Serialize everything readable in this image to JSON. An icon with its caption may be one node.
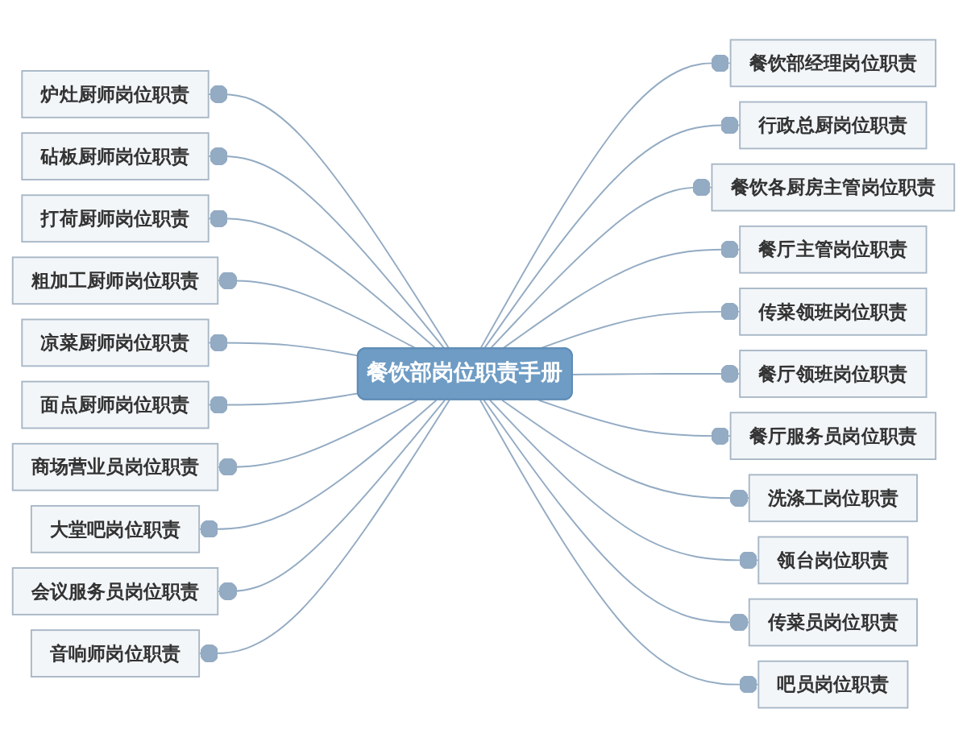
{
  "diagram": {
    "nodes": [
      {
        "text": [
          "餐饮部岗位职责手册"
        ]
      },
      {
        "text": [
          "炉灶厨师岗位职责"
        ]
      },
      {
        "text": [
          "砧板厨师岗位职责"
        ]
      },
      {
        "text": [
          "打荷厨师岗位职责"
        ]
      },
      {
        "text": [
          "粗加工厨师岗位职责"
        ]
      },
      {
        "text": [
          "凉菜厨师岗位职责"
        ]
      },
      {
        "text": [
          "面点厨师岗位职责"
        ]
      },
      {
        "text": [
          "商场营业员岗位职责"
        ]
      },
      {
        "text": [
          "大堂吧岗位职责"
        ]
      },
      {
        "text": [
          "会议服务员岗位职责"
        ]
      },
      {
        "text": [
          "音响师岗位职责"
        ]
      },
      {
        "text": [
          "餐饮部经理岗位职责"
        ]
      },
      {
        "text": [
          "行政总厨岗位职责"
        ]
      },
      {
        "text": [
          "餐饮各厨房主管岗位职责"
        ]
      },
      {
        "text": [
          "餐厅主管岗位职责"
        ]
      },
      {
        "text": [
          "传菜领班岗位职责"
        ]
      },
      {
        "text": [
          "餐厅领班岗位职责"
        ]
      },
      {
        "text": [
          "餐厅服务员岗位职责"
        ]
      },
      {
        "text": [
          "洗涤工岗位职责"
        ]
      },
      {
        "text": [
          "领台岗位职责"
        ]
      },
      {
        "text": [
          "传菜员岗位职责"
        ]
      },
      {
        "text": [
          "吧员岗位职责"
        ]
      }
    ],
    "edges": [
      {
        "from": 0,
        "to": 1,
        "arrow": "other"
      },
      {
        "from": 0,
        "to": 2,
        "arrow": "other"
      },
      {
        "from": 0,
        "to": 3,
        "arrow": "other"
      },
      {
        "from": 0,
        "to": 4,
        "arrow": "other"
      },
      {
        "from": 0,
        "to": 5,
        "arrow": "other"
      },
      {
        "from": 0,
        "to": 6,
        "arrow": "other"
      },
      {
        "from": 0,
        "to": 7,
        "arrow": "other"
      },
      {
        "from": 0,
        "to": 8,
        "arrow": "other"
      },
      {
        "from": 0,
        "to": 9,
        "arrow": "other"
      },
      {
        "from": 0,
        "to": 10,
        "arrow": "other"
      },
      {
        "from": 0,
        "to": 11,
        "arrow": "other"
      },
      {
        "from": 0,
        "to": 12,
        "arrow": "other"
      },
      {
        "from": 0,
        "to": 13,
        "arrow": "other"
      },
      {
        "from": 0,
        "to": 14,
        "arrow": "other"
      },
      {
        "from": 0,
        "to": 15,
        "arrow": "other"
      },
      {
        "from": 0,
        "to": 16,
        "arrow": "other"
      },
      {
        "from": 0,
        "to": 17,
        "arrow": "other"
      },
      {
        "from": 0,
        "to": 18,
        "arrow": "other"
      },
      {
        "from": 0,
        "to": 19,
        "arrow": "other"
      },
      {
        "from": 0,
        "to": 20,
        "arrow": "other"
      },
      {
        "from": 0,
        "to": 21,
        "arrow": "other"
      }
    ]
  }
}
